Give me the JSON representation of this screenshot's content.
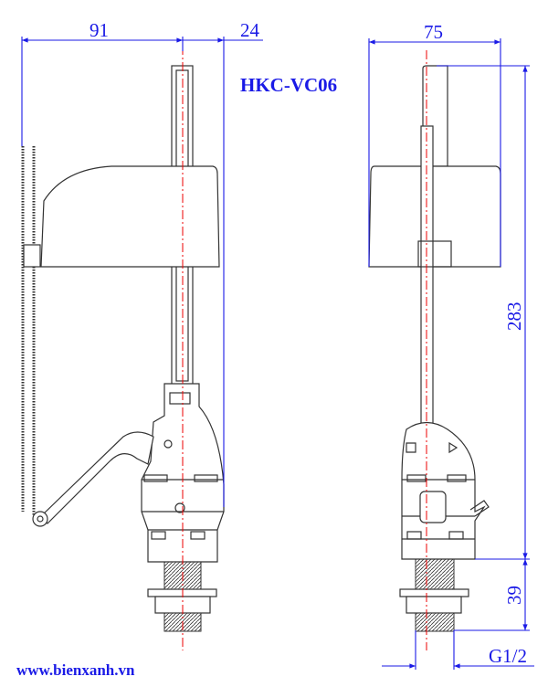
{
  "title": "HKC-VC06",
  "website": "www.bienxanh.vn",
  "dimensions": {
    "left_width": "91",
    "offset": "24",
    "side_width": "75",
    "height": "283",
    "thread_length": "39",
    "thread_size": "G1/2"
  },
  "colors": {
    "dimension": "#1a1ae6",
    "centerline": "#ee0000",
    "outline": "#333333"
  }
}
